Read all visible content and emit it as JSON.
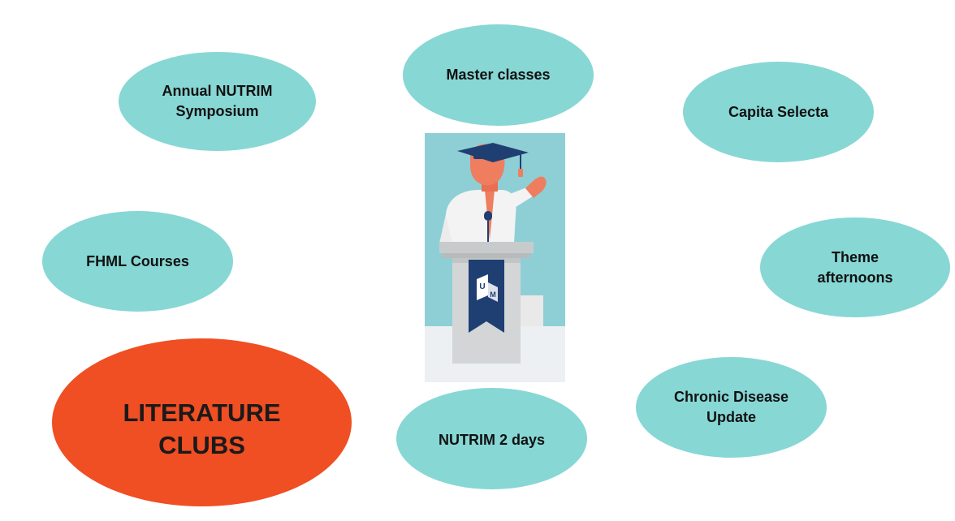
{
  "bubbles": {
    "annual_symposium": "Annual NUTRIM\nSymposium",
    "master_classes": "Master classes",
    "capita_selecta": "Capita Selecta",
    "fhml_courses": "FHML Courses",
    "theme_afternoons": "Theme\nafternoons",
    "literature_clubs": "LITERATURE\nCLUBS",
    "nutrim_2_days": "NUTRIM 2 days",
    "chronic_disease_update": "Chronic Disease\nUpdate"
  },
  "colors": {
    "teal": "#87d7d5",
    "orange": "#f04e23",
    "lectern_banner": "#1f3f73"
  },
  "illustration": {
    "icon": "graduate-at-lectern-icon",
    "banner_logo": "U M"
  }
}
